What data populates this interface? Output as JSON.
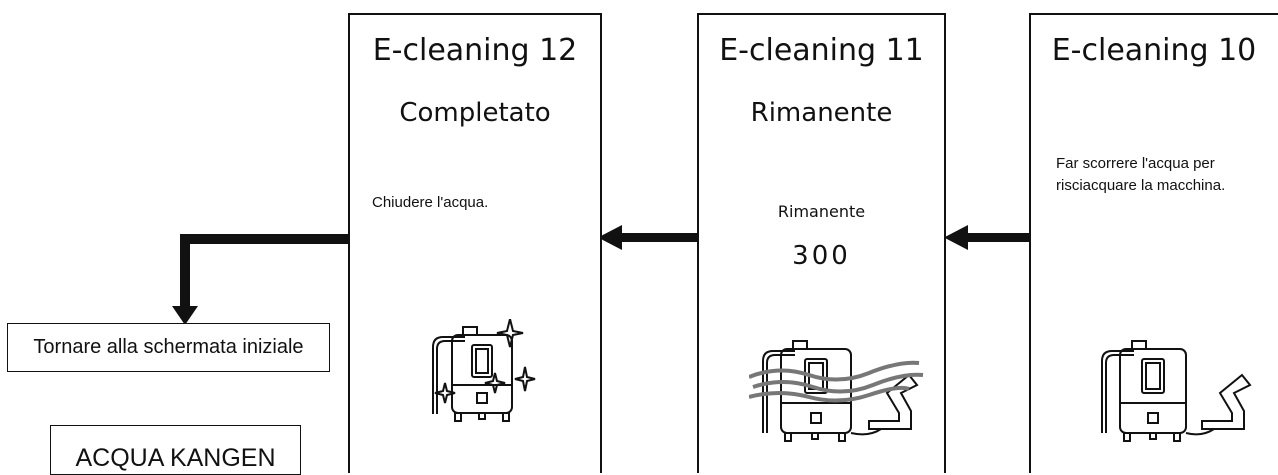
{
  "panels": [
    {
      "title": "E-cleaning 12",
      "status": "Completato",
      "message": "Chiudere l'acqua."
    },
    {
      "title": "E-cleaning 11",
      "status": "Rimanente",
      "remaining_label": "Rimanente",
      "remaining_value": "300"
    },
    {
      "title": "E-cleaning 10",
      "message_line1": "Far scorrere l'acqua per",
      "message_line2": "risciacquare la macchina."
    }
  ],
  "back_button": "Tornare alla schermata iniziale",
  "logo_text": "ACQUA KANGEN",
  "icons": [
    "machine-sparkle-icon",
    "machine-washing-icon",
    "machine-icon",
    "arrow-left-icon",
    "arrow-down-icon"
  ]
}
